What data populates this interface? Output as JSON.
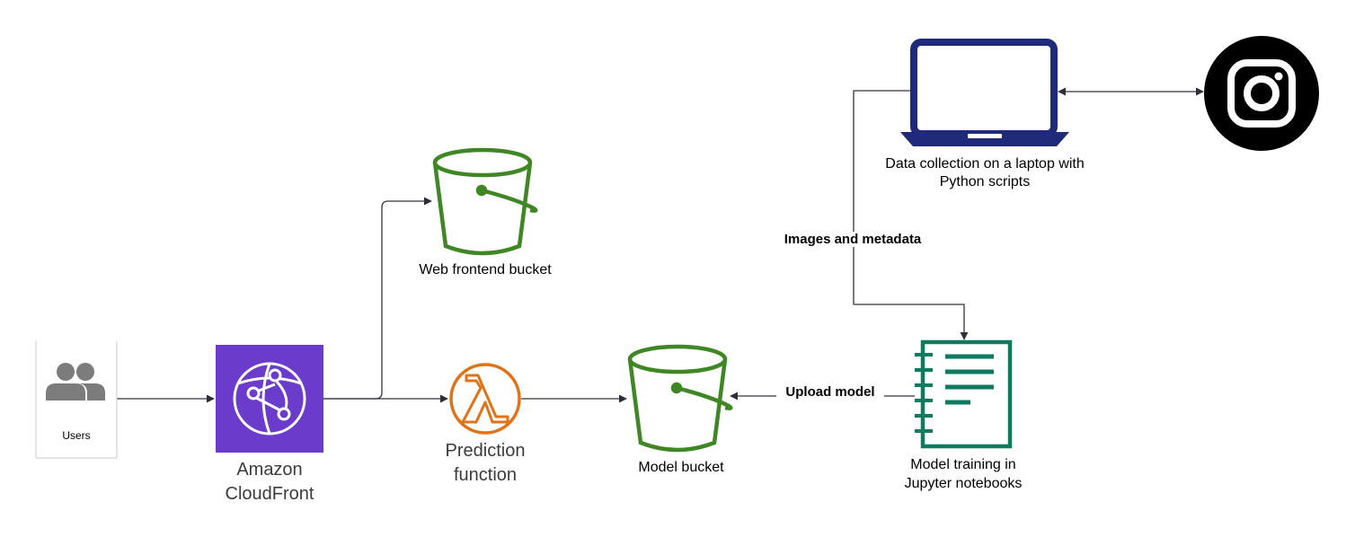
{
  "nodes": {
    "users": {
      "label": "Users",
      "icon": "users-icon"
    },
    "cloudfront": {
      "label_line1": "Amazon",
      "label_line2": "CloudFront",
      "icon": "cloudfront-icon",
      "color": "#6b3ccb"
    },
    "web_bucket": {
      "label": "Web frontend bucket",
      "icon": "s3-bucket-icon",
      "color": "#3f8624"
    },
    "prediction": {
      "label_line1": "Prediction",
      "label_line2": "function",
      "icon": "lambda-icon",
      "color": "#e07318"
    },
    "model_bucket": {
      "label": "Model bucket",
      "icon": "s3-bucket-icon",
      "color": "#3f8624"
    },
    "laptop": {
      "label_line1": "Data collection on a laptop with",
      "label_line2": "Python scripts",
      "icon": "laptop-icon",
      "color": "#1f2a7a"
    },
    "instagram": {
      "icon": "instagram-icon"
    },
    "notebook": {
      "label_line1": "Model training in",
      "label_line2": "Jupyter notebooks",
      "icon": "notebook-icon",
      "color": "#0e7a5f"
    }
  },
  "edges": {
    "images_metadata": "Images and metadata",
    "upload_model": "Upload model"
  }
}
